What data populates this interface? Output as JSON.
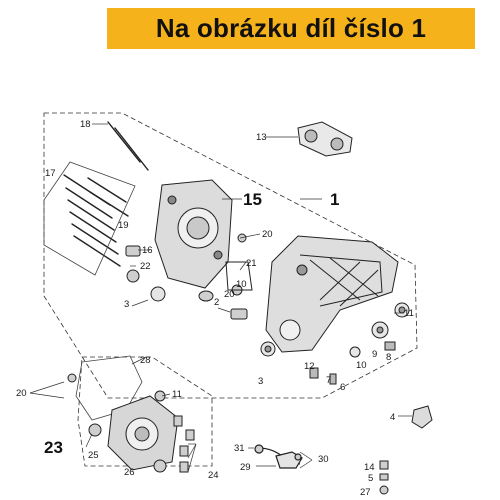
{
  "banner": {
    "text": "Na obrázku díl číslo 1",
    "color": "#f6b21a"
  },
  "callouts": {
    "c1": "1",
    "c2": "2",
    "c3a": "3",
    "c3b": "3",
    "c4": "4",
    "c5": "5",
    "c6": "6",
    "c7": "7",
    "c8": "8",
    "c9": "9",
    "c10a": "10",
    "c10b": "10",
    "c11a": "11",
    "c11b": "11",
    "c12": "12",
    "c13": "13",
    "c14": "14",
    "c15": "15",
    "c16": "16",
    "c17": "17",
    "c18": "18",
    "c19": "19",
    "c20a": "20",
    "c20b": "20",
    "c20c": "20",
    "c21": "21",
    "c22": "22",
    "c23": "23",
    "c24": "24",
    "c25": "25",
    "c26": "26",
    "c27": "27",
    "c28": "28",
    "c29": "29",
    "c30": "30",
    "c31": "31"
  }
}
